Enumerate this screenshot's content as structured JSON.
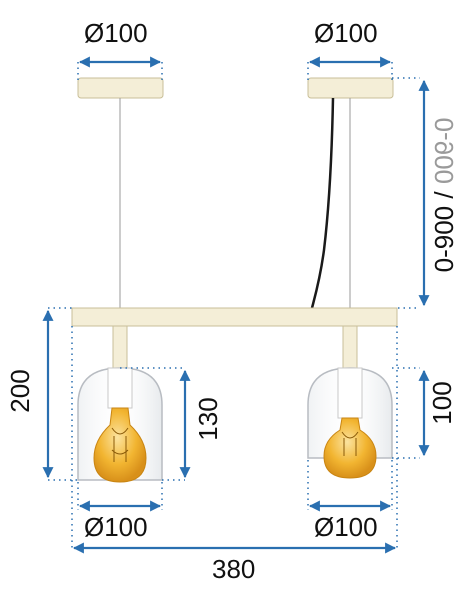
{
  "palette": {
    "dimension_line": "#2a6fb0",
    "guide_dots": "#2a6fb0",
    "metal": "#f4eed7",
    "metal_edge": "#c9bf98",
    "cable": "#1a1a1a",
    "bulb": "#f2b531",
    "glass_stroke": "#b8bcc2"
  },
  "dimensions": {
    "canopy_left_width": "Ø100",
    "canopy_right_width": "Ø100",
    "cable_length_primary": "0-900",
    "cable_separator": "/",
    "cable_length_mirrored": "0-900",
    "total_height": "200",
    "left_shade_height": "130",
    "right_shade_height": "100",
    "left_shade_width": "Ø100",
    "right_shade_width": "Ø100",
    "total_width": "380"
  }
}
